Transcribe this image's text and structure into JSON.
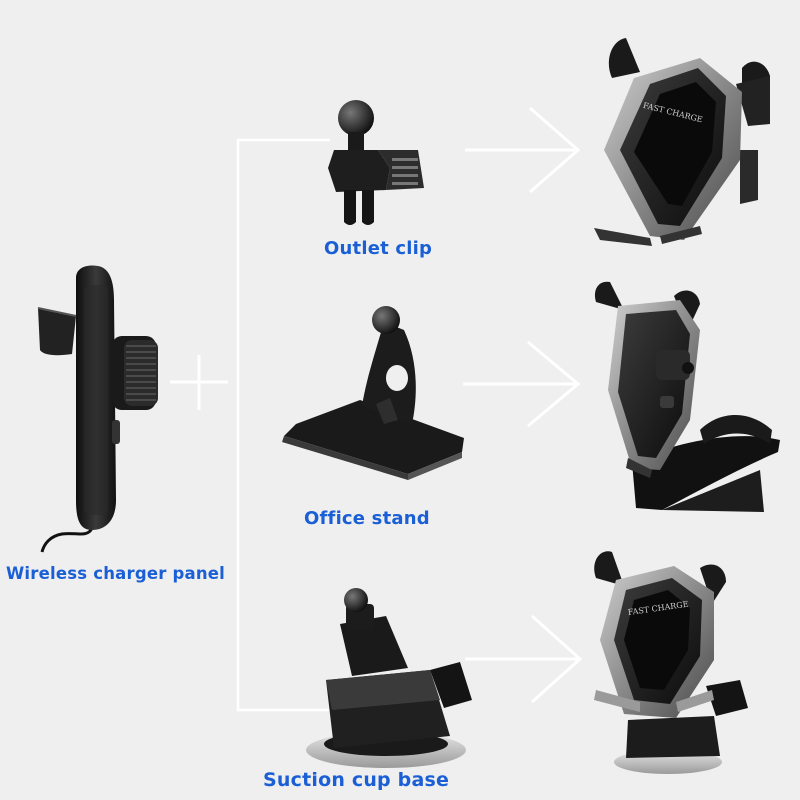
{
  "labels": {
    "panel": "Wireless charger panel",
    "outlet_clip": "Outlet clip",
    "office_stand": "Office stand",
    "suction_cup_base": "Suction cup base",
    "fast_charge_text": "FAST CHARGE"
  },
  "colors": {
    "background": "#efefef",
    "label_blue": "#1a5fd6",
    "connector_white": "#ffffff",
    "product_dark": "#1b1b1b",
    "product_mid": "#3a3a3a",
    "product_silver": "#9a9a9a"
  }
}
